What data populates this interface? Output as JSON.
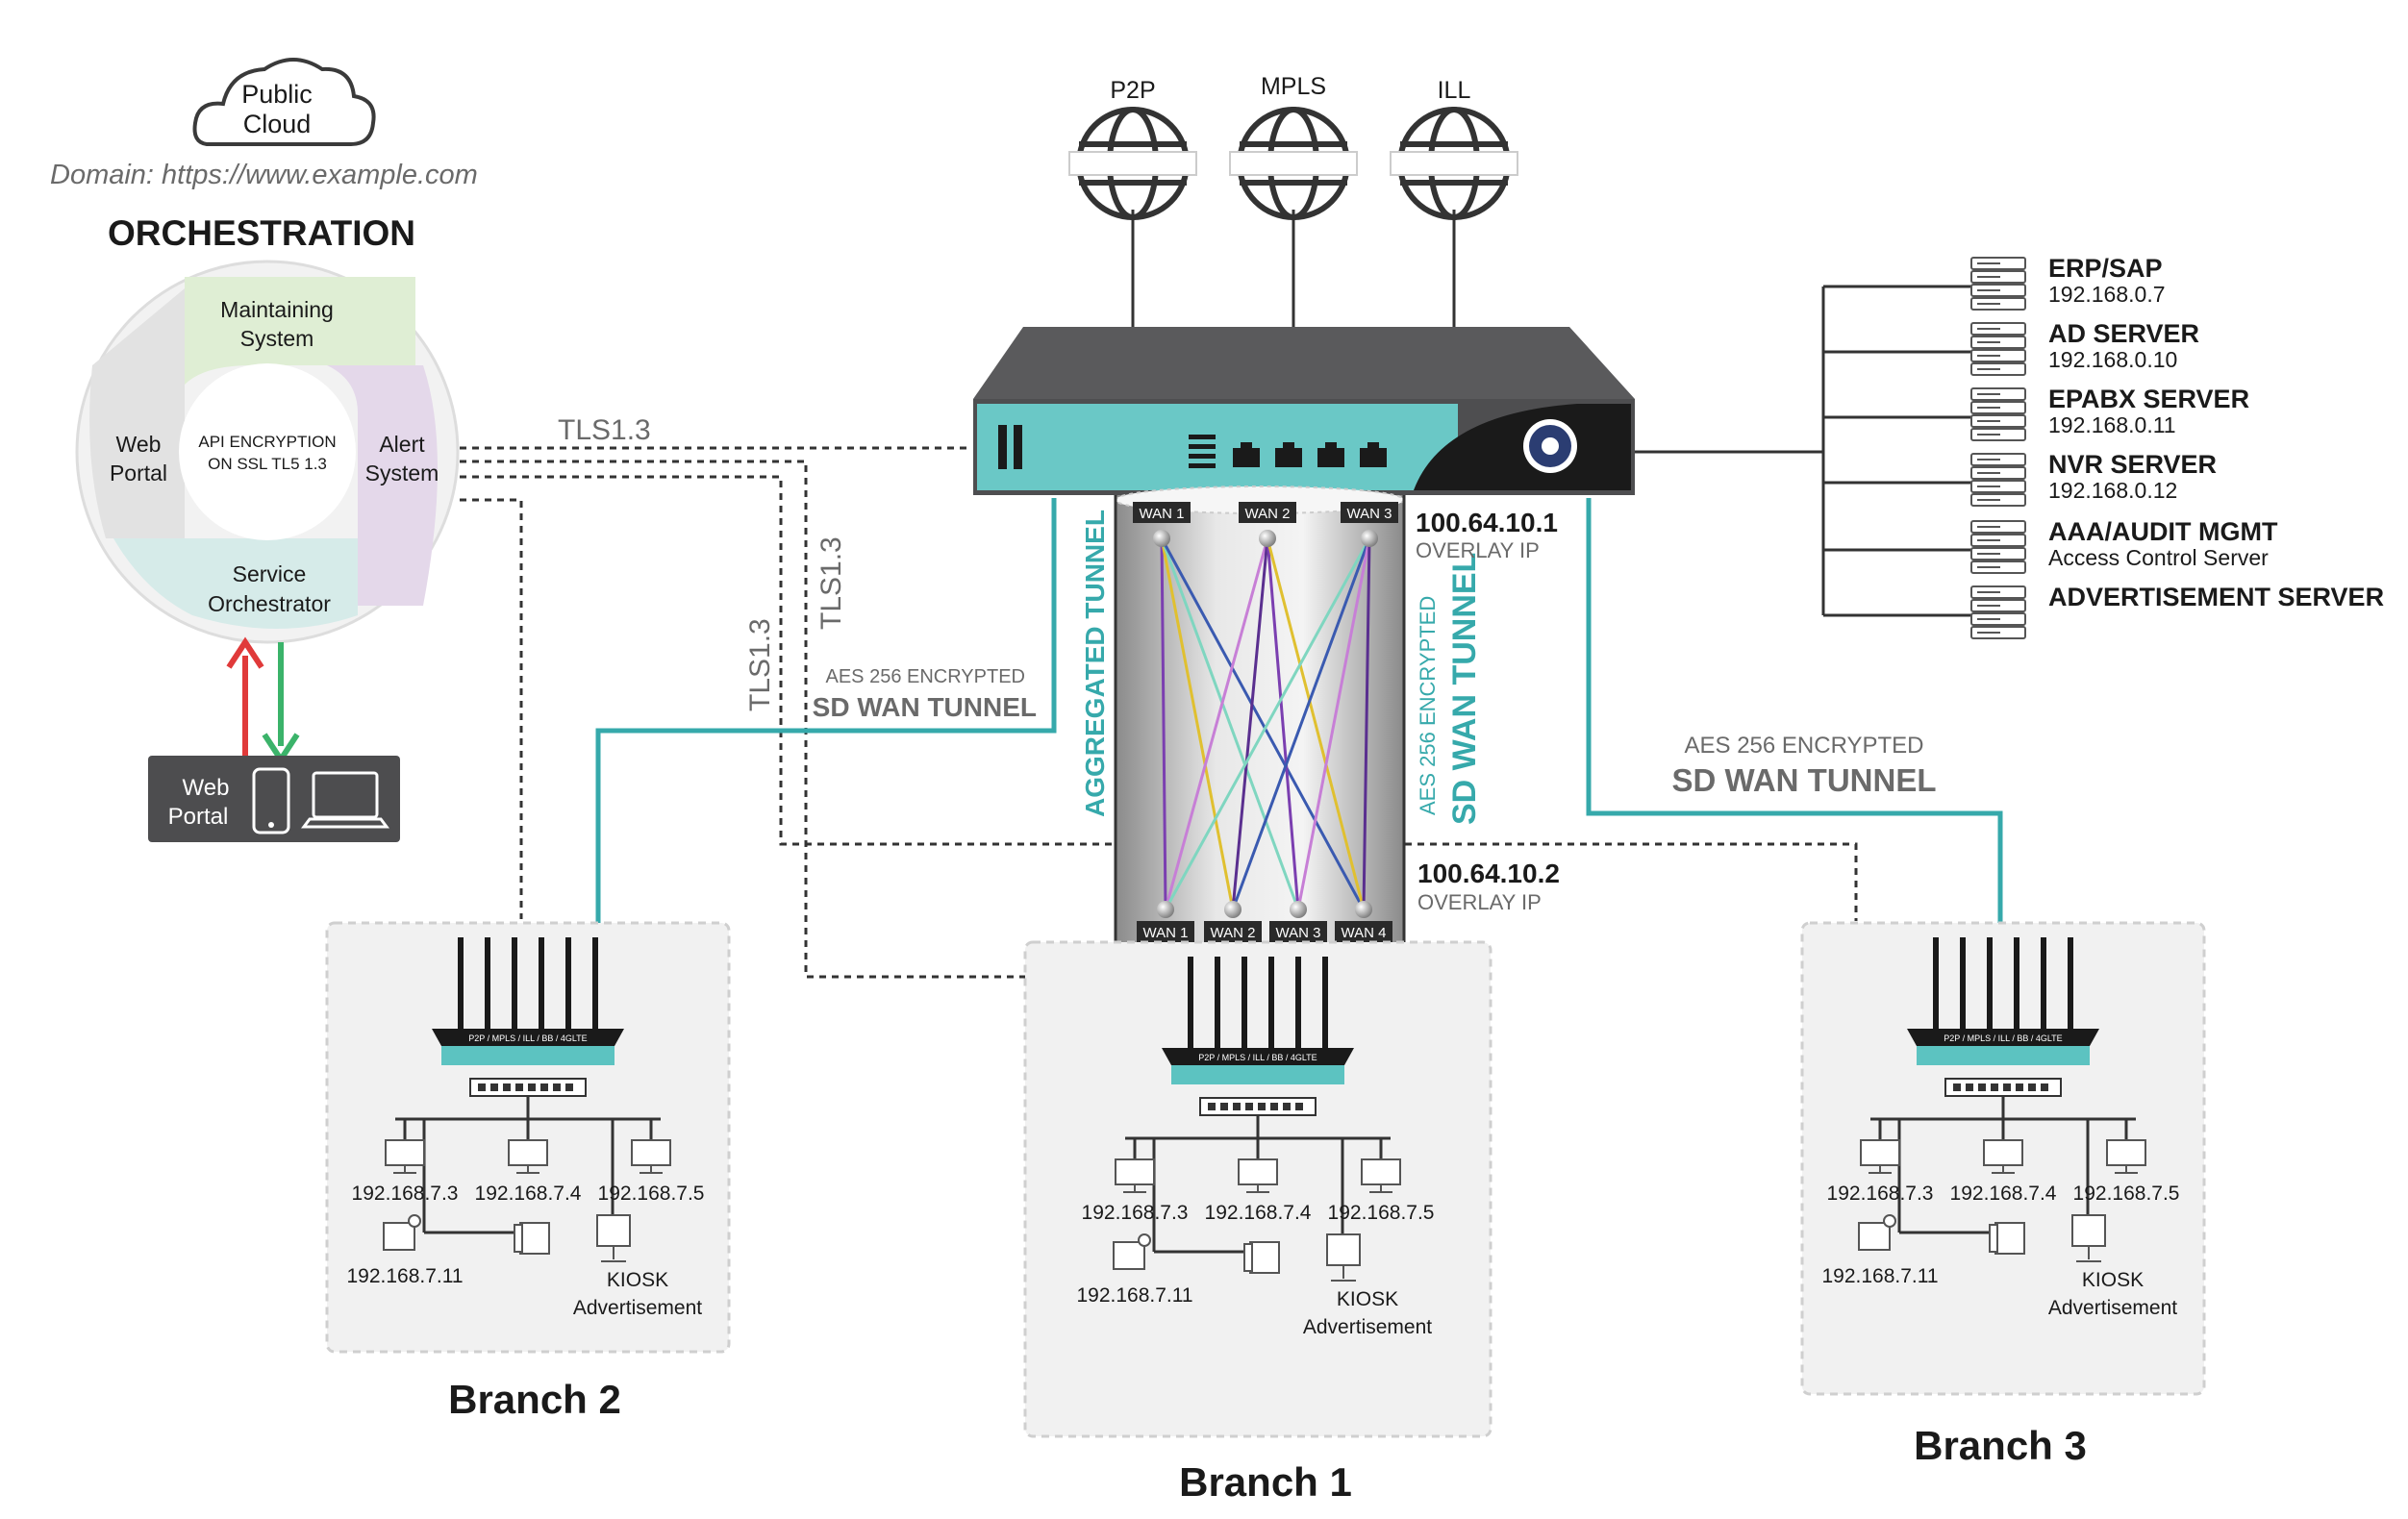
{
  "cloud": {
    "line1": "Public",
    "line2": "Cloud",
    "domain": "Domain: https://www.example.com"
  },
  "orchestration": {
    "title": "ORCHESTRATION",
    "segments": {
      "maintaining_1": "Maintaining",
      "maintaining_2": "System",
      "alert_1": "Alert",
      "alert_2": "System",
      "service_1": "Service",
      "service_2": "Orchestrator",
      "web_1": "Web",
      "web_2": "Portal"
    },
    "center_1": "API ENCRYPTION",
    "center_2": "ON SSL TL5 1.3"
  },
  "web_portal_box": {
    "line1": "Web",
    "line2": "Portal"
  },
  "links": {
    "p2p": "P2P",
    "mpls": "MPLS",
    "ill": "ILL"
  },
  "tls_labels": {
    "a": "TLS1.3",
    "b": "TLS1.3",
    "c": "TLS1.3"
  },
  "aggregated_tunnel": "AGGREGATED TUNNEL",
  "tunnels": {
    "left": {
      "top": "AES 256 ENCRYPTED",
      "main": "SD WAN TUNNEL"
    },
    "center": {
      "top": "AES 256 ENCRYPTED",
      "main": "SD WAN TUNNEL"
    },
    "right": {
      "top": "AES 256 ENCRYPTED",
      "main": "SD WAN TUNNEL"
    }
  },
  "overlay": {
    "top": {
      "ip": "100.64.10.1",
      "label": "OVERLAY IP"
    },
    "bottom": {
      "ip": "100.64.10.2",
      "label": "OVERLAY IP"
    }
  },
  "wan_top": [
    "WAN 1",
    "WAN 2",
    "WAN 3"
  ],
  "wan_bottom": [
    "WAN 1",
    "WAN 2",
    "WAN 3",
    "WAN 4"
  ],
  "servers": [
    {
      "name": "ERP/SAP",
      "sub": "192.168.0.7"
    },
    {
      "name": "AD SERVER",
      "sub": "192.168.0.10"
    },
    {
      "name": "EPABX SERVER",
      "sub": "192.168.0.11"
    },
    {
      "name": "NVR SERVER",
      "sub": "192.168.0.12"
    },
    {
      "name": "AAA/AUDIT MGMT",
      "sub": "Access Control Server"
    },
    {
      "name": "ADVERTISEMENT SERVER",
      "sub": ""
    }
  ],
  "router_label": "P2P / MPLS / ILL / BB / 4GLTE",
  "branches": [
    {
      "name": "Branch 2",
      "ips": [
        "192.168.7.3",
        "192.168.7.4",
        "192.168.7.5"
      ],
      "phone_ip": "192.168.7.11",
      "kiosk_1": "KIOSK",
      "kiosk_2": "Advertisement"
    },
    {
      "name": "Branch 1",
      "ips": [
        "192.168.7.3",
        "192.168.7.4",
        "192.168.7.5"
      ],
      "phone_ip": "192.168.7.11",
      "kiosk_1": "KIOSK",
      "kiosk_2": "Advertisement"
    },
    {
      "name": "Branch 3",
      "ips": [
        "192.168.7.3",
        "192.168.7.4",
        "192.168.7.5"
      ],
      "phone_ip": "192.168.7.11",
      "kiosk_1": "KIOSK",
      "kiosk_2": "Advertisement"
    }
  ],
  "colors": {
    "teal": "#36a9ab",
    "dark": "#4d4d4f",
    "red": "#e03a3a",
    "green": "#3bb36a"
  }
}
